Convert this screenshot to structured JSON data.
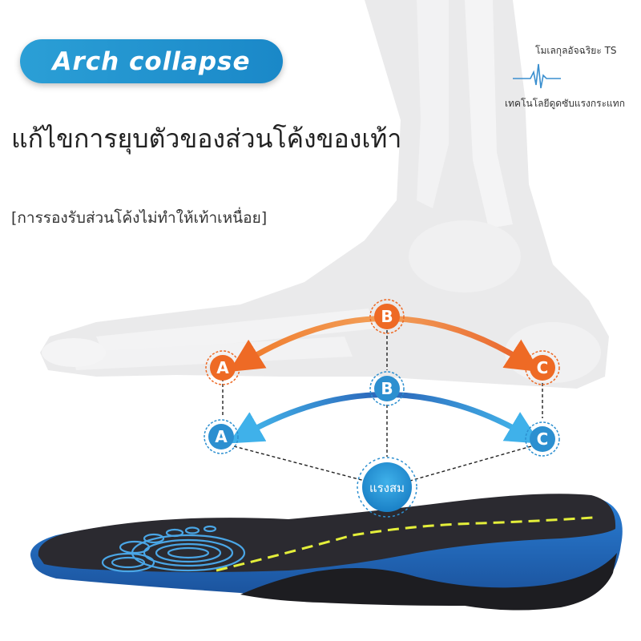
{
  "badge": {
    "text": "Arch collapse"
  },
  "headline": "แก้ไขการยุบตัวของส่วนโค้งของเท้า",
  "subline": "[การรองรับส่วนโค้งไม่ทำให้เท้าเหนื่อย]",
  "tech": {
    "molecule": "โมเลกุลอัจฉริยะ TS",
    "shock": "เทคโนโลยีดูดซับแรงกระแทก"
  },
  "points": {
    "upper": {
      "a": "A",
      "b": "B",
      "c": "C"
    },
    "lower": {
      "a": "A",
      "b": "B",
      "c": "C"
    },
    "center": "แรงสม"
  },
  "colors": {
    "orange": "#ee6a25",
    "blue": "#2c8fd0",
    "insole_blue": "#1f6fc4",
    "insole_top": "#2b2a30",
    "dash_line": "#e4ef3a"
  },
  "icons": [
    "pulse-line-icon"
  ]
}
